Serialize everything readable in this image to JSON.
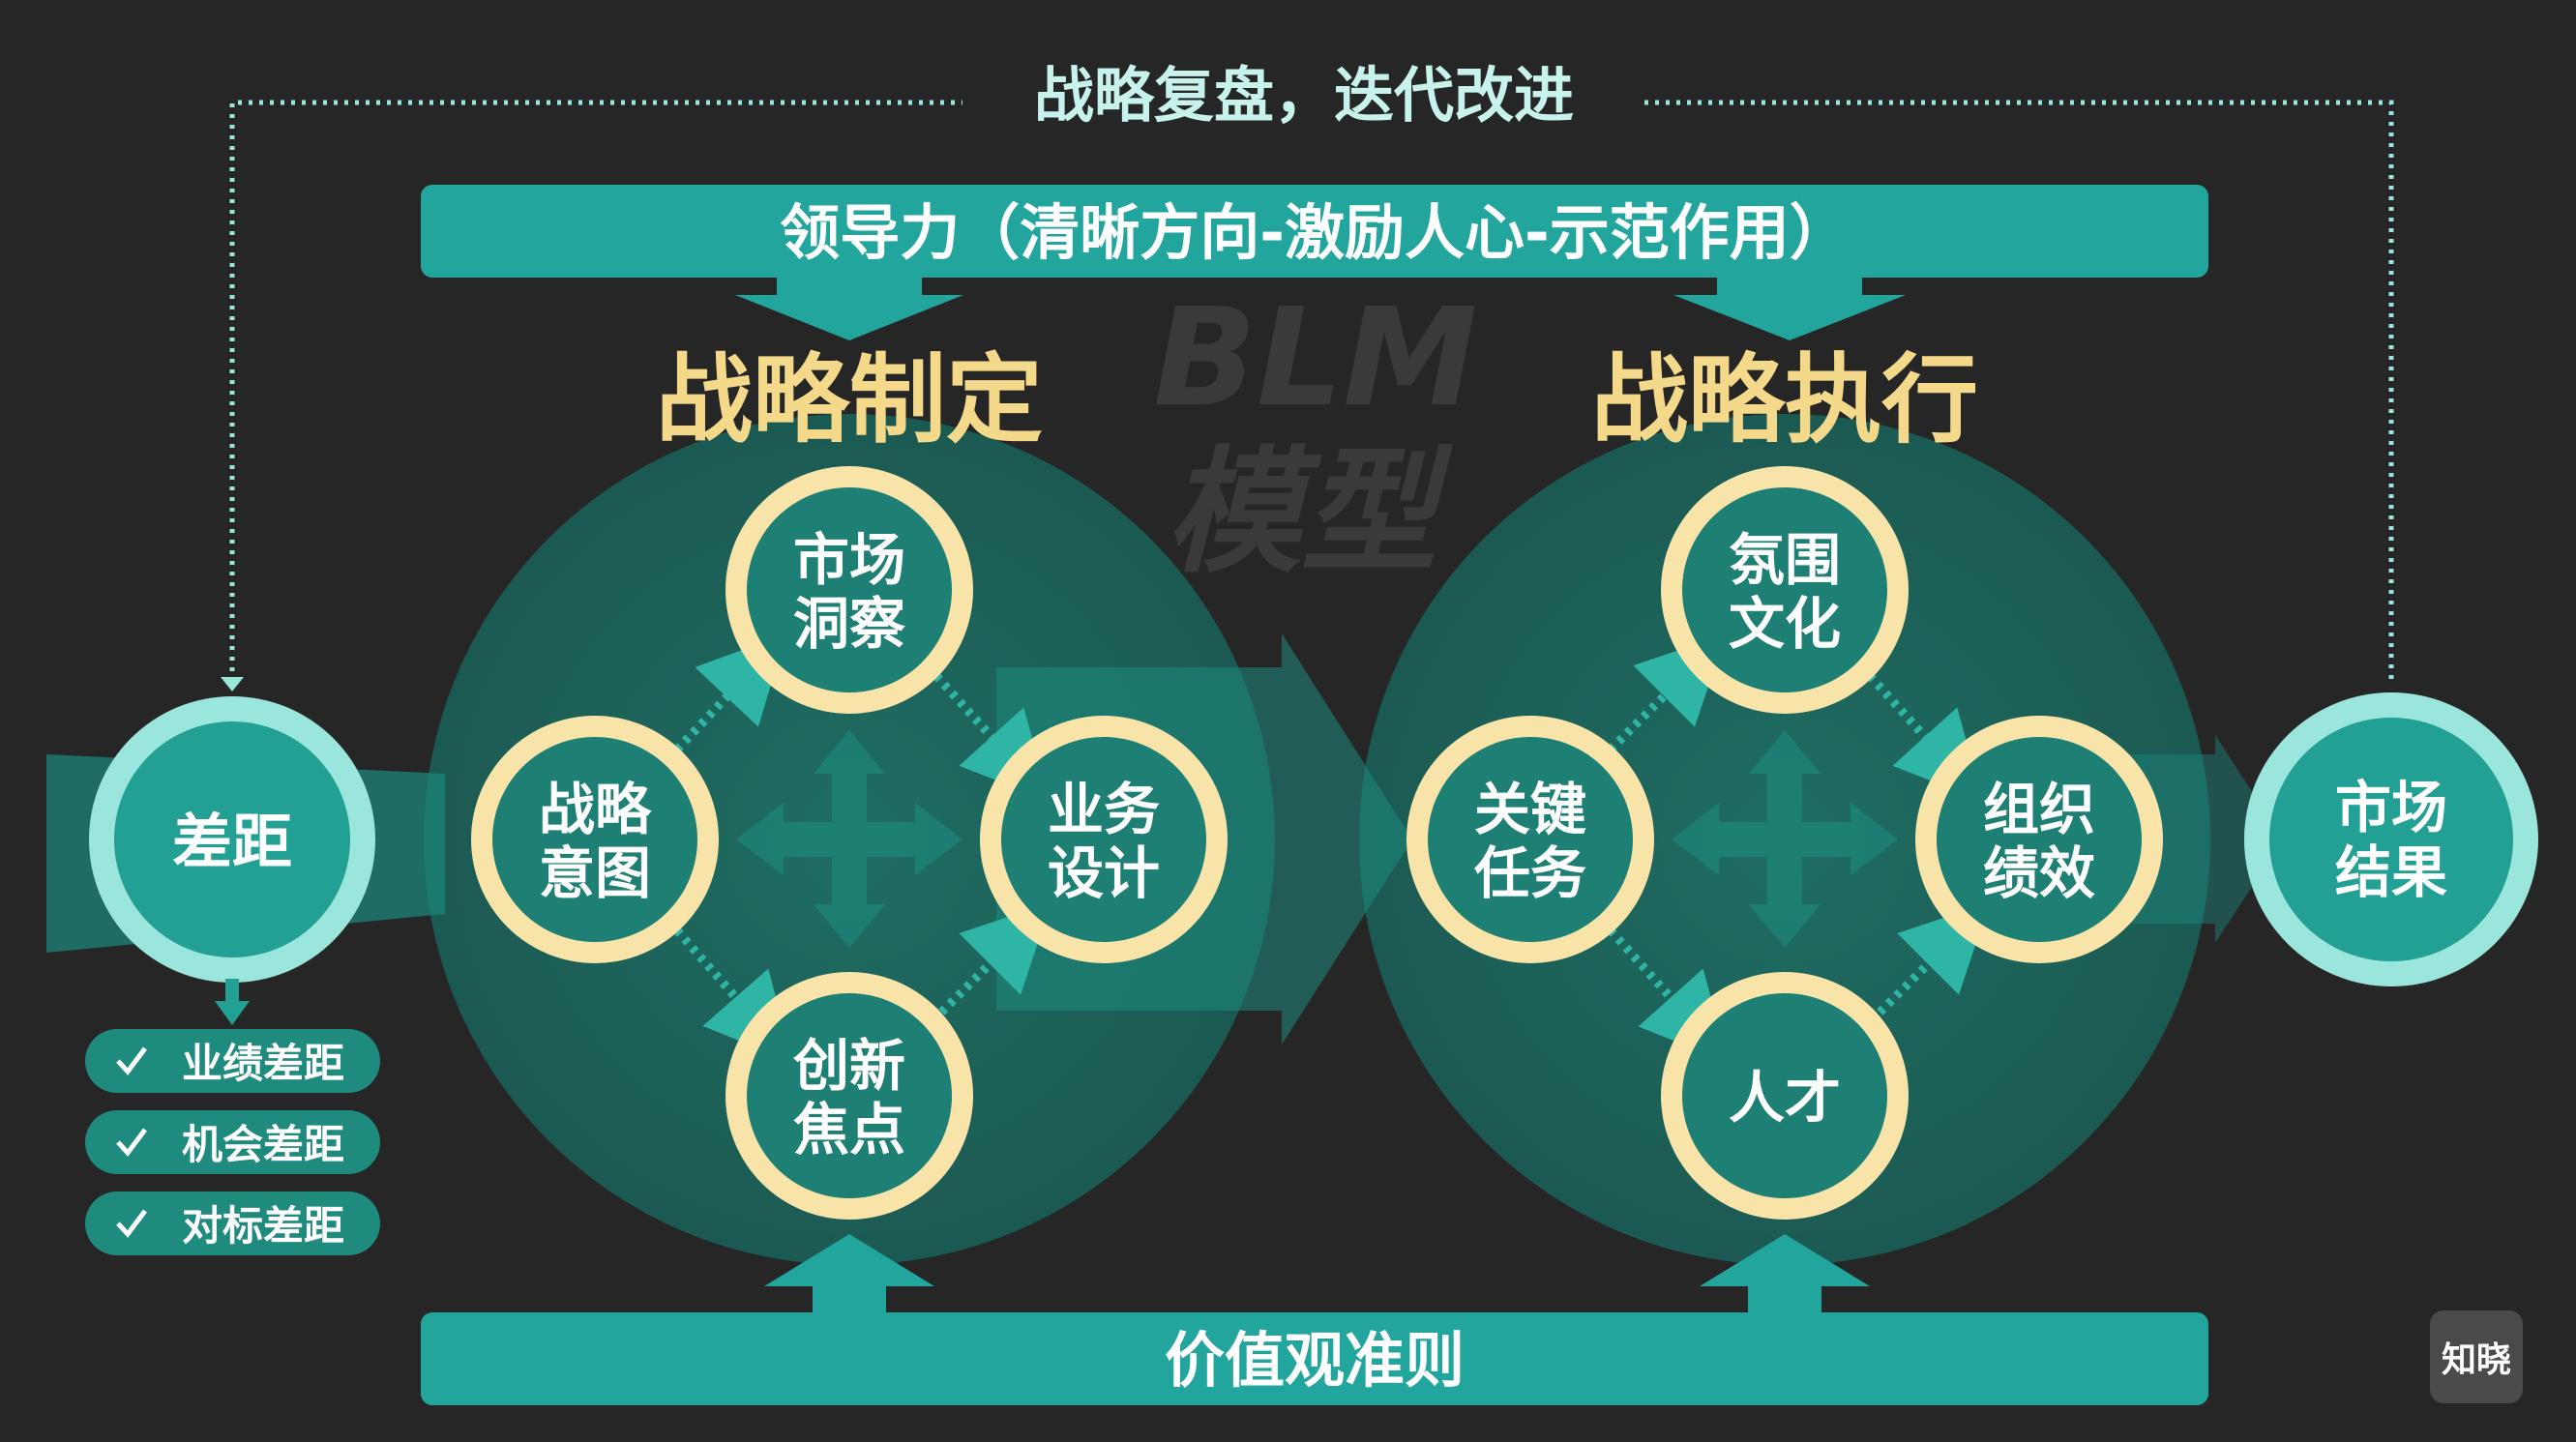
{
  "review_loop_label": "战略复盘，迭代改进",
  "leadership_banner": "领导力（清晰方向-激励人心-示范作用）",
  "values_banner": "价值观准则",
  "watermark_lines": [
    "BLM",
    "模型"
  ],
  "formulation": {
    "title": "战略制定",
    "nodes": {
      "top": [
        "市场",
        "洞察"
      ],
      "left": [
        "战略",
        "意图"
      ],
      "right": [
        "业务",
        "设计"
      ],
      "bottom": [
        "创新",
        "焦点"
      ]
    }
  },
  "execution": {
    "title": "战略执行",
    "nodes": {
      "top": [
        "氛围",
        "文化"
      ],
      "left": [
        "关键",
        "任务"
      ],
      "right": [
        "组织",
        "绩效"
      ],
      "bottom": [
        "人才"
      ]
    }
  },
  "gap": {
    "label": "差距",
    "items": [
      "业绩差距",
      "机会差距",
      "对标差距"
    ],
    "check_icon": "check-icon"
  },
  "result": {
    "label": [
      "市场",
      "结果"
    ]
  },
  "logo": "知晓",
  "colors": {
    "background": "#262626",
    "teal": "#22a59c",
    "teal_dark": "#1e7f74",
    "cream": "#f8e4a8",
    "title_gold": "#f5d98a",
    "mint": "#9be6dc",
    "white": "#ffffff"
  }
}
